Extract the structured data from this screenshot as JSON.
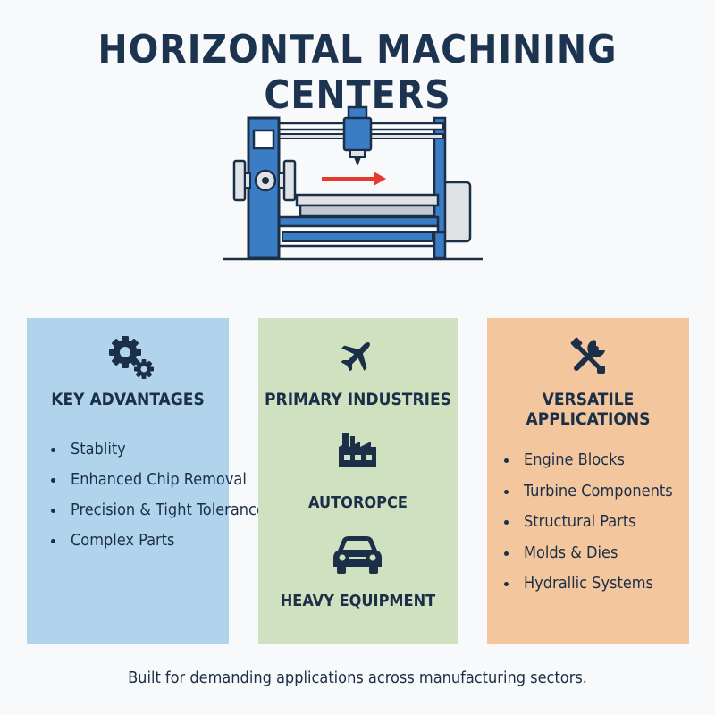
{
  "title": "HORIZONTAL MACHINING CENTERS",
  "panels": [
    {
      "heading": "KEY ADVANTAGES",
      "icon": "gears-icon",
      "color": "#b1d4ec",
      "items": [
        "Stablity",
        "Enhanced Chip Removal",
        "Precision & Tight Tolerances",
        "Complex Parts"
      ]
    },
    {
      "heading": "PRIMARY INDUSTRIES",
      "icon": "airplane-icon",
      "color": "#d0e1c0",
      "industries": [
        {
          "label": "AUTOROPCE",
          "icon": "factory-icon"
        },
        {
          "label": "HEAVY EQUIPMENT",
          "icon": "car-icon"
        }
      ]
    },
    {
      "heading": "VERSATILE APPLICATIONS",
      "icon": "tools-icon",
      "color": "#f3c69d",
      "items": [
        "Engine Blocks",
        "Turbine Components",
        "Structural Parts",
        "Molds & Dies",
        "Hydrallic Systems"
      ]
    }
  ],
  "footer": "Built for demanding applications across manufacturing sectors.",
  "colors": {
    "title": "#1c3450",
    "machine_blue": "#3a7dc4",
    "arrow_red": "#e63a2e"
  }
}
